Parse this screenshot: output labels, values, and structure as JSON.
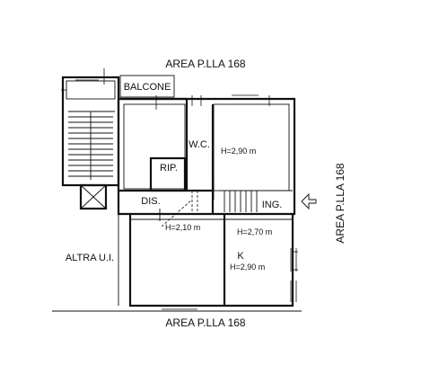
{
  "labels": {
    "area_top": "AREA P.LLA 168",
    "area_bottom": "AREA P.LLA 168",
    "area_right": "AREA P.LLA 168",
    "balcone": "BALCONE",
    "wc": "W.C.",
    "rip": "RIP.",
    "dis": "DIS.",
    "ing": "ING.",
    "k": "K",
    "altra": "ALTRA U.I.",
    "h_room": "H=2,90 m",
    "h_dis": "H=2,10 m",
    "h_ing": "H=2,70 m",
    "h_k": "H=2,90 m"
  },
  "icons": {
    "entrance": "entrance-arrow-icon",
    "elevator": "elevator-icon"
  }
}
